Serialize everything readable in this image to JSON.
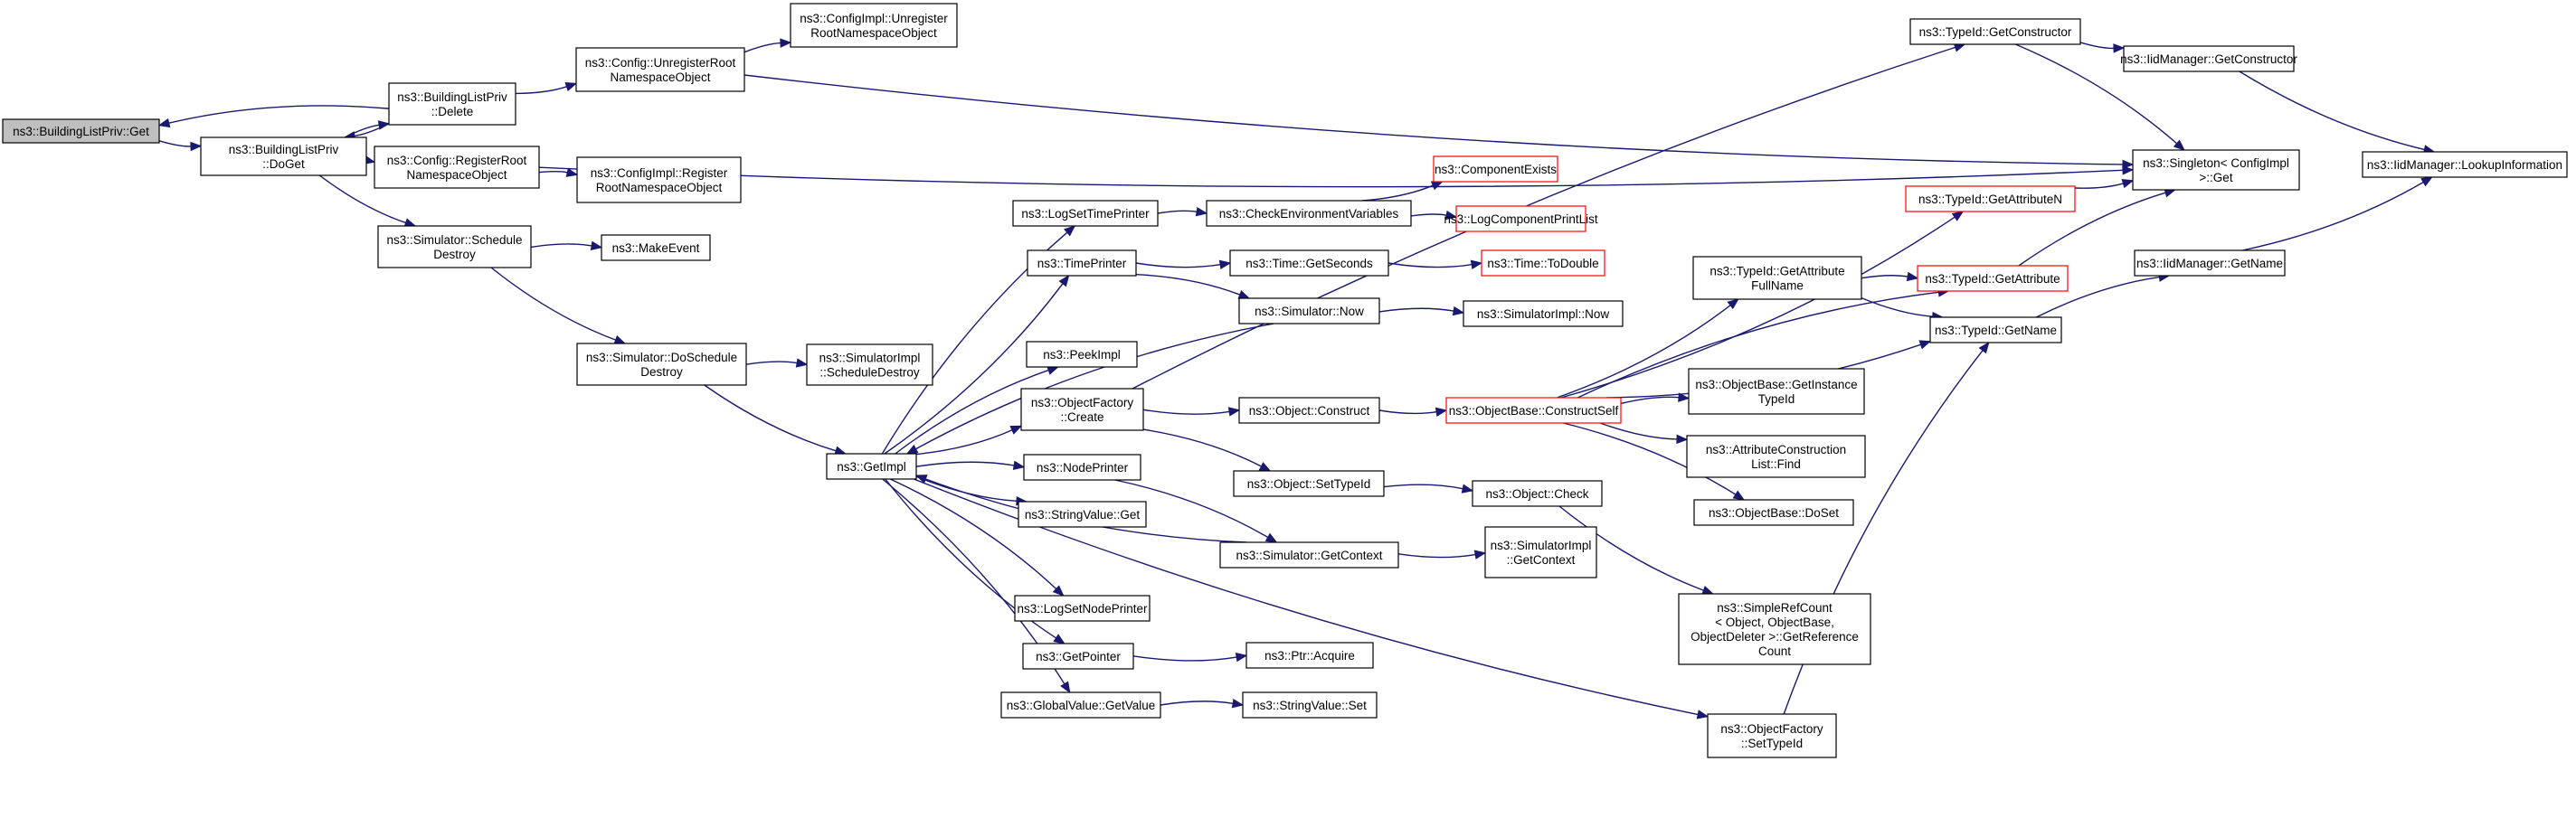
{
  "graph": {
    "root_node": "ns3::BuildingListPriv::Get",
    "nodes": [
      {
        "id": "n0",
        "lines": [
          "ns3::BuildingListPriv::Get"
        ],
        "root": true
      },
      {
        "id": "n1",
        "lines": [
          "ns3::BuildingListPriv",
          "::DoGet"
        ]
      },
      {
        "id": "n2",
        "lines": [
          "ns3::BuildingListPriv",
          "::Delete"
        ]
      },
      {
        "id": "n3",
        "lines": [
          "ns3::Config::UnregisterRoot",
          "NamespaceObject"
        ]
      },
      {
        "id": "n4",
        "lines": [
          "ns3::ConfigImpl::Unregister",
          "RootNamespaceObject"
        ]
      },
      {
        "id": "n5",
        "lines": [
          "ns3::Config::RegisterRoot",
          "NamespaceObject"
        ]
      },
      {
        "id": "n6",
        "lines": [
          "ns3::ConfigImpl::Register",
          "RootNamespaceObject"
        ]
      },
      {
        "id": "n7",
        "lines": [
          "ns3::Simulator::Schedule",
          "Destroy"
        ]
      },
      {
        "id": "n8",
        "lines": [
          "ns3::MakeEvent"
        ]
      },
      {
        "id": "n9",
        "lines": [
          "ns3::Simulator::DoSchedule",
          "Destroy"
        ]
      },
      {
        "id": "n10",
        "lines": [
          "ns3::SimulatorImpl",
          "::ScheduleDestroy"
        ]
      },
      {
        "id": "n11",
        "lines": [
          "ns3::GetImpl"
        ]
      },
      {
        "id": "n12",
        "lines": [
          "ns3::LogSetTimePrinter"
        ]
      },
      {
        "id": "n13",
        "lines": [
          "ns3::TimePrinter"
        ]
      },
      {
        "id": "n14",
        "lines": [
          "ns3::PeekImpl"
        ]
      },
      {
        "id": "n15",
        "lines": [
          "ns3::ObjectFactory",
          "::Create"
        ]
      },
      {
        "id": "n16",
        "lines": [
          "ns3::NodePrinter"
        ]
      },
      {
        "id": "n17",
        "lines": [
          "ns3::StringValue::Get"
        ]
      },
      {
        "id": "n18",
        "lines": [
          "ns3::LogSetNodePrinter"
        ]
      },
      {
        "id": "n19",
        "lines": [
          "ns3::GetPointer"
        ]
      },
      {
        "id": "n20",
        "lines": [
          "ns3::GlobalValue::GetValue"
        ]
      },
      {
        "id": "n21",
        "lines": [
          "ns3::CheckEnvironmentVariables"
        ]
      },
      {
        "id": "n22",
        "lines": [
          "ns3::ComponentExists"
        ],
        "truncated": true
      },
      {
        "id": "n23",
        "lines": [
          "ns3::LogComponentPrintList"
        ],
        "truncated": true
      },
      {
        "id": "n24",
        "lines": [
          "ns3::Time::GetSeconds"
        ]
      },
      {
        "id": "n25",
        "lines": [
          "ns3::Time::ToDouble"
        ],
        "truncated": true
      },
      {
        "id": "n26",
        "lines": [
          "ns3::Simulator::Now"
        ]
      },
      {
        "id": "n27",
        "lines": [
          "ns3::SimulatorImpl::Now"
        ]
      },
      {
        "id": "n28",
        "lines": [
          "ns3::Object::Construct"
        ]
      },
      {
        "id": "n29",
        "lines": [
          "ns3::Object::SetTypeId"
        ]
      },
      {
        "id": "n30",
        "lines": [
          "ns3::Simulator::GetContext"
        ]
      },
      {
        "id": "n31",
        "lines": [
          "ns3::Ptr::Acquire"
        ]
      },
      {
        "id": "n32",
        "lines": [
          "ns3::StringValue::Set"
        ]
      },
      {
        "id": "n33",
        "lines": [
          "ns3::ObjectBase::ConstructSelf"
        ],
        "truncated": true
      },
      {
        "id": "n34",
        "lines": [
          "ns3::Object::Check"
        ]
      },
      {
        "id": "n35",
        "lines": [
          "ns3::SimulatorImpl",
          "::GetContext"
        ]
      },
      {
        "id": "n36",
        "lines": [
          "ns3::TypeId::GetConstructor"
        ]
      },
      {
        "id": "n37",
        "lines": [
          "ns3::TypeId::GetAttributeN"
        ],
        "truncated": true
      },
      {
        "id": "n38",
        "lines": [
          "ns3::TypeId::GetAttribute"
        ],
        "truncated": true
      },
      {
        "id": "n39",
        "lines": [
          "ns3::TypeId::GetAttribute",
          "FullName"
        ]
      },
      {
        "id": "n40",
        "lines": [
          "ns3::ObjectBase::GetInstance",
          "TypeId"
        ]
      },
      {
        "id": "n41",
        "lines": [
          "ns3::AttributeConstruction",
          "List::Find"
        ]
      },
      {
        "id": "n42",
        "lines": [
          "ns3::ObjectBase::DoSet"
        ]
      },
      {
        "id": "n43",
        "lines": [
          "ns3::SimpleRefCount",
          "< Object, ObjectBase,",
          "ObjectDeleter >::GetReference",
          "Count"
        ]
      },
      {
        "id": "n44",
        "lines": [
          "ns3::ObjectFactory",
          "::SetTypeId"
        ]
      },
      {
        "id": "n45",
        "lines": [
          "ns3::TypeId::GetName"
        ]
      },
      {
        "id": "n46",
        "lines": [
          "ns3::IidManager::GetConstructor"
        ]
      },
      {
        "id": "n47",
        "lines": [
          "ns3::Singleton< ConfigImpl",
          " >::Get"
        ]
      },
      {
        "id": "n48",
        "lines": [
          "ns3::IidManager::GetName"
        ]
      },
      {
        "id": "n49",
        "lines": [
          "ns3::IidManager::LookupInformation"
        ]
      }
    ],
    "edges": [
      [
        "n0",
        "n1"
      ],
      [
        "n1",
        "n2"
      ],
      [
        "n2",
        "n0"
      ],
      [
        "n2",
        "n1"
      ],
      [
        "n2",
        "n3"
      ],
      [
        "n1",
        "n5"
      ],
      [
        "n1",
        "n7"
      ],
      [
        "n3",
        "n4"
      ],
      [
        "n3",
        "n47"
      ],
      [
        "n5",
        "n6"
      ],
      [
        "n5",
        "n47"
      ],
      [
        "n7",
        "n8"
      ],
      [
        "n7",
        "n9"
      ],
      [
        "n9",
        "n10"
      ],
      [
        "n9",
        "n11"
      ],
      [
        "n11",
        "n12"
      ],
      [
        "n11",
        "n13"
      ],
      [
        "n11",
        "n14"
      ],
      [
        "n11",
        "n15"
      ],
      [
        "n11",
        "n16"
      ],
      [
        "n11",
        "n17"
      ],
      [
        "n11",
        "n18"
      ],
      [
        "n11",
        "n19"
      ],
      [
        "n11",
        "n20"
      ],
      [
        "n11",
        "n44"
      ],
      [
        "n12",
        "n21"
      ],
      [
        "n21",
        "n22"
      ],
      [
        "n21",
        "n23"
      ],
      [
        "n13",
        "n24"
      ],
      [
        "n13",
        "n26"
      ],
      [
        "n24",
        "n25"
      ],
      [
        "n26",
        "n27"
      ],
      [
        "n26",
        "n11"
      ],
      [
        "n15",
        "n36"
      ],
      [
        "n15",
        "n28"
      ],
      [
        "n15",
        "n29"
      ],
      [
        "n28",
        "n33"
      ],
      [
        "n29",
        "n34"
      ],
      [
        "n34",
        "n43"
      ],
      [
        "n16",
        "n30"
      ],
      [
        "n30",
        "n35"
      ],
      [
        "n30",
        "n11"
      ],
      [
        "n19",
        "n31"
      ],
      [
        "n20",
        "n32"
      ],
      [
        "n33",
        "n37"
      ],
      [
        "n33",
        "n38"
      ],
      [
        "n33",
        "n39"
      ],
      [
        "n33",
        "n40"
      ],
      [
        "n33",
        "n41"
      ],
      [
        "n33",
        "n42"
      ],
      [
        "n33",
        "n45"
      ],
      [
        "n39",
        "n38"
      ],
      [
        "n39",
        "n45"
      ],
      [
        "n44",
        "n45"
      ],
      [
        "n36",
        "n46"
      ],
      [
        "n36",
        "n47"
      ],
      [
        "n37",
        "n47"
      ],
      [
        "n38",
        "n47"
      ],
      [
        "n46",
        "n49"
      ],
      [
        "n45",
        "n48"
      ],
      [
        "n48",
        "n49"
      ]
    ]
  }
}
